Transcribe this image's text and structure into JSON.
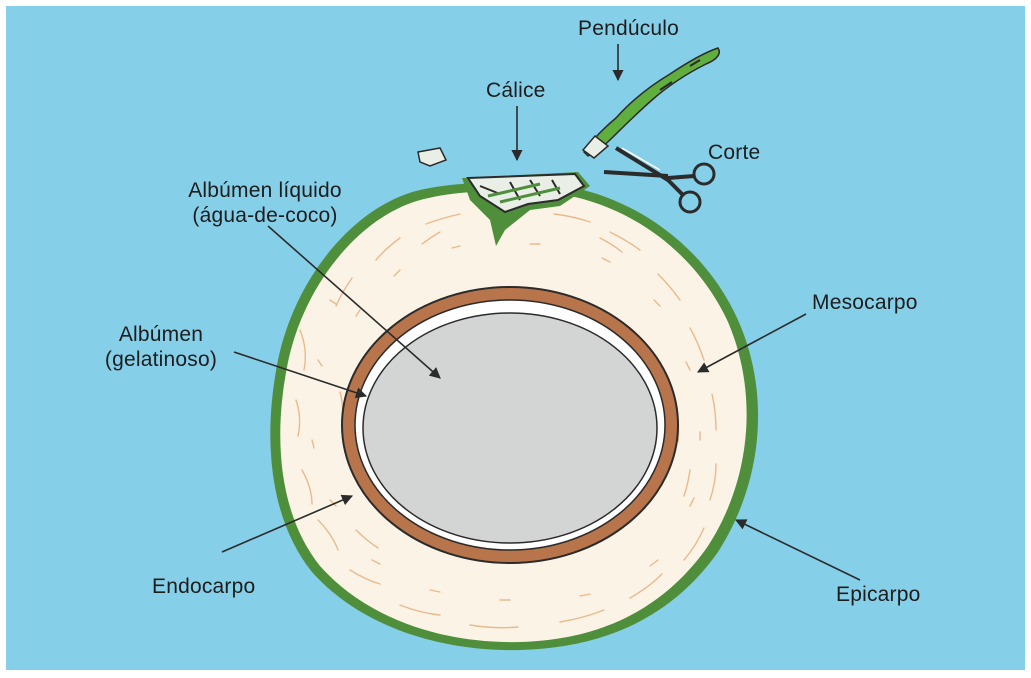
{
  "diagram": {
    "labels": {
      "penduculo": "Pendúculo",
      "calice": "Cálice",
      "corte": "Corte",
      "albumen_liquido_line1": "Albúmen líquido",
      "albumen_liquido_line2": "(água-de-coco)",
      "mesocarpo": "Mesocarpo",
      "albumen_line1": "Albúmen",
      "albumen_line2": "(gelatinoso)",
      "endocarpo": "Endocarpo",
      "epicarpo": "Epicarpo"
    },
    "colors": {
      "background": "#86cfe8",
      "mesocarp": "#fbf4e6",
      "fiber": "#eab98c",
      "epicarp": "#4f8f3c",
      "endocarp": "#b8744a",
      "liquid": "#d3d5d4",
      "outline": "#2b2b2b"
    }
  }
}
